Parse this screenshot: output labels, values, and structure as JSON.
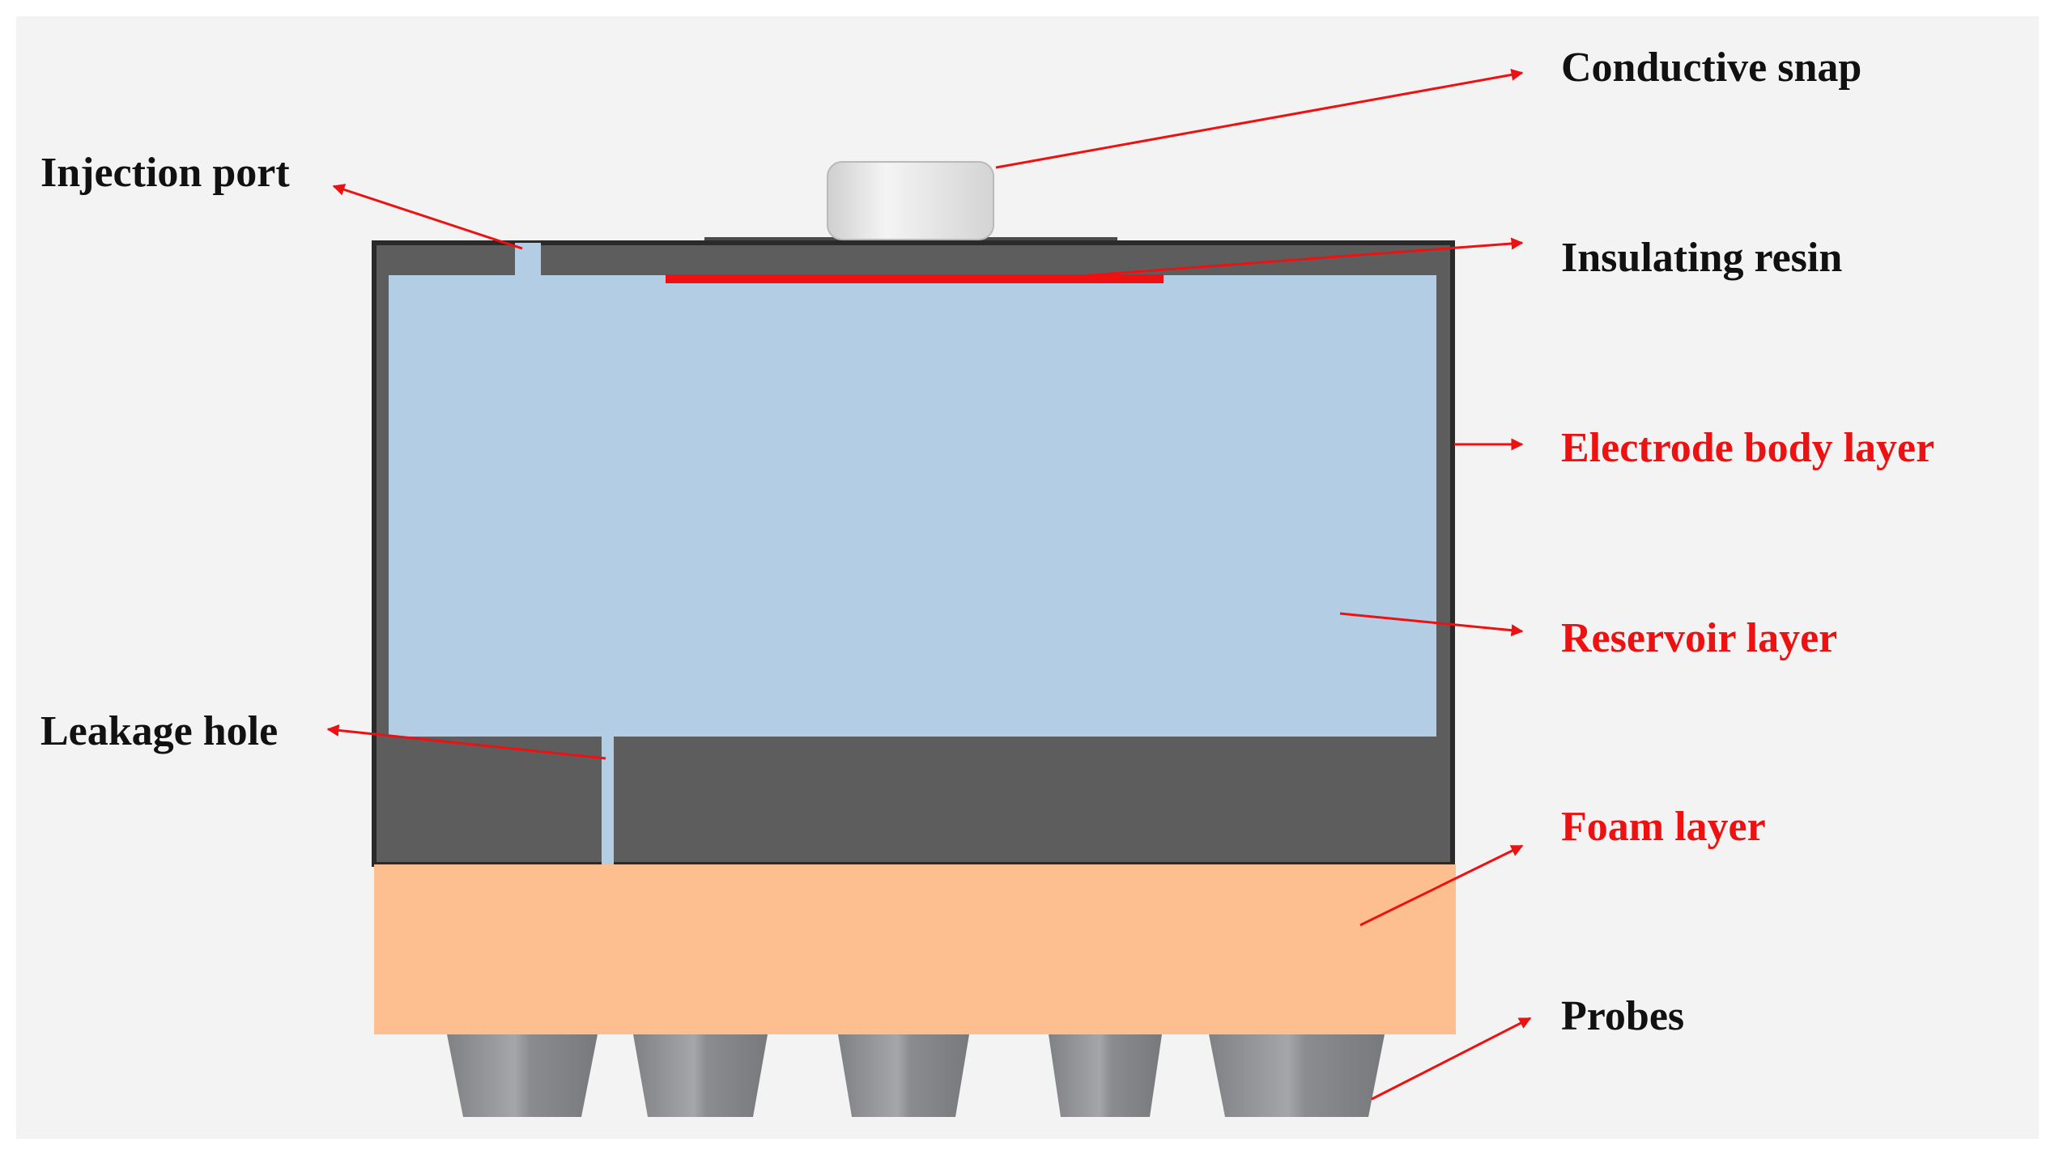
{
  "labels": {
    "conductive_snap": "Conductive snap",
    "injection_port": "Injection port",
    "insulating_resin": "Insulating resin",
    "electrode_body_layer": "Electrode body layer",
    "reservoir_layer": "Reservoir layer",
    "leakage_hole": "Leakage hole",
    "foam_layer": "Foam layer",
    "probes": "Probes"
  },
  "colors": {
    "background": "#f3f3f3",
    "electrode_body": "#5d5d5d",
    "reservoir": "#b3cde4",
    "foam": "#fdbf90",
    "insulating_resin": "#ee1111",
    "snap": "#e6e6e6",
    "probe": "#8e9093",
    "callout_line": "#ee1111",
    "label_black": "#111111",
    "label_red": "#ee1111"
  },
  "probes_count": 5
}
